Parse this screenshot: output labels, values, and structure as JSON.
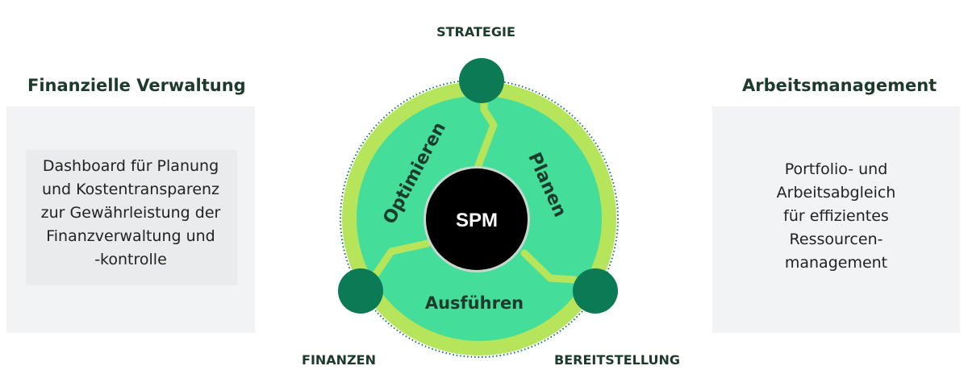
{
  "left_panel": {
    "title": "Finanzielle Verwaltung",
    "body": "Dashboard für Planung\nund Kostentransparenz\nzur Gewährleistung der\nFinanzverwaltung und\n-kontrolle"
  },
  "right_panel": {
    "title": "Arbeitsmanagement",
    "body": "Portfolio- und\nArbeitsabgleich\nfür effizientes\nRessourcen-\nmanagement"
  },
  "cycle": {
    "center_label": "SPM",
    "segments": {
      "optimize": "Optimieren",
      "plan": "Planen",
      "execute": "Ausführen"
    },
    "nodes": {
      "top": "STRATEGIE",
      "bottom_left": "FINANZEN",
      "bottom_right": "BEREITSTELLUNG"
    }
  },
  "colors": {
    "title_text": "#1d3b2c",
    "panel_bg": "#f1f3f4",
    "outer_ring": "#b6e45a",
    "segment_fill": "#45dd9a",
    "divider": "#b6e45a",
    "node_fill": "#0d7a56",
    "center_fill": "#000000",
    "center_text": "#ffffff"
  }
}
